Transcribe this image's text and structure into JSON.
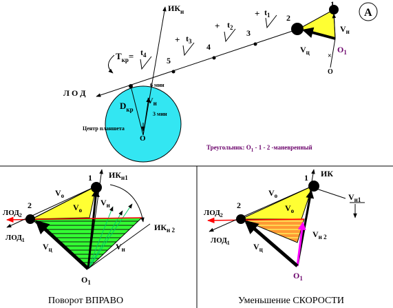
{
  "top": {
    "panel_letter": "А",
    "ik_label": "ИК",
    "ik_sub": "н",
    "lod_label": "Л О Д",
    "t_kr_label": "Т",
    "t_kr_sub": "кр",
    "t_kr_eq": "=",
    "t_labels": [
      "t4",
      "t3",
      "t2",
      "t1"
    ],
    "plus_signs": [
      "+",
      "+",
      "+"
    ],
    "point_numbers": [
      "5",
      "4",
      "3",
      "2",
      "1"
    ],
    "d_kr_label": "D",
    "d_kr_sub": "кр",
    "six_min": "6 мин",
    "three_min": "3 мин",
    "vn_label": "V",
    "vn_sub": "н",
    "center_label": "Центр      планшета",
    "o_label": "О",
    "vc_label": "V",
    "vc_sub": "ц",
    "o1_label": "О",
    "o1_sub": "1",
    "o_small": "О",
    "triangle_note": "Треугольник: О",
    "triangle_note_sub": "1",
    "triangle_note_rest": " - 1 - 2  -маневренный",
    "circle_color": "#33e6f2",
    "triangle_color": "#ffff33"
  },
  "left": {
    "ik_label": "ИК",
    "ik_sub": "н1",
    "ik2_label": "ИК",
    "ik2_sub": "н 2",
    "vo_label": "V",
    "vo_sub": "о",
    "vo2_label": "V",
    "vo2_sub": "о",
    "vn_label": "V",
    "vn_sub": "н",
    "vn2_label": "V",
    "vn2_sub": "н",
    "vc_label": "V",
    "vc_sub": "ц",
    "lod2_label": "ЛОД",
    "lod2_sub": "2",
    "lod1_label": "ЛОД",
    "lod1_sub": "1",
    "n1": "1",
    "n2": "2",
    "o1_label": "О",
    "o1_sub": "1",
    "caption": "Поворот ВПРАВО",
    "green_color": "#33ff33",
    "triangle_color": "#ffff33"
  },
  "right": {
    "ik_label": "ИК",
    "vo_label": "V",
    "vo_sub": "о",
    "vo2_label": "V",
    "vo2_sub": "о",
    "vn1_label": "V",
    "vn1_sub": "н1",
    "vn2_label": "V",
    "vn2_sub": "н 2",
    "vc_label": "V",
    "vc_sub": "ц",
    "lod2_label": "ЛОД",
    "lod2_sub": "2",
    "lod1_label": "ЛОД",
    "lod1_sub": "1",
    "n1": "1",
    "n2": "2",
    "o1_label": "О",
    "o1_sub": "1",
    "caption": "Уменьшение СКОРОСТИ",
    "orange_color": "#ff9933",
    "triangle_color": "#ffff33",
    "magenta_color": "#ff00ff"
  }
}
